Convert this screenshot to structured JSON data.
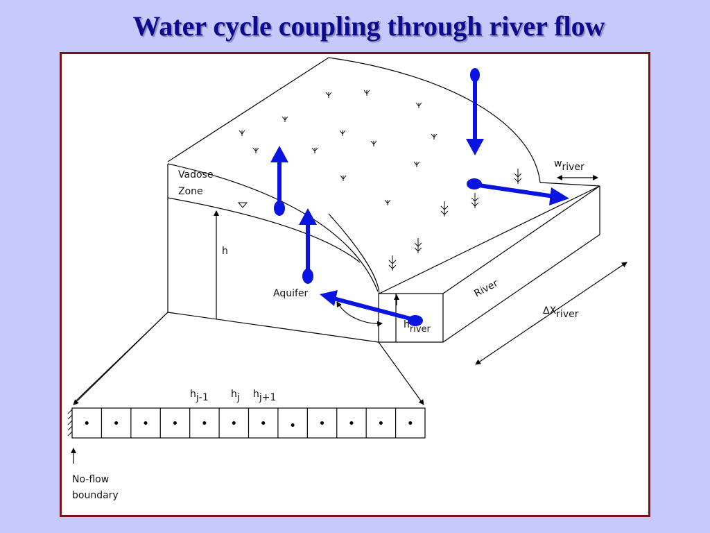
{
  "slide": {
    "title": "Water cycle coupling through river flow"
  },
  "diagram": {
    "labels": {
      "vadose_line1": "Vadose",
      "vadose_line2": "Zone",
      "h": "h",
      "aquifer": "Aquifer",
      "w_river": "w",
      "w_river_sub": "river",
      "h_river": "h",
      "h_river_sub": "river",
      "river": "River",
      "dx_river": "ΔX",
      "dx_river_sub": "river",
      "h_jm1": "h",
      "h_jm1_sub": "j-1",
      "h_j": "h",
      "h_j_sub": "j",
      "h_jp1": "h",
      "h_jp1_sub": "j+1",
      "noflow_line1": "No-flow",
      "noflow_line2": "boundary"
    },
    "grid_cells": 12,
    "colors": {
      "flow_arrow": "#0a14e0",
      "frame": "#7a1414",
      "title": "#0b0b8c",
      "background": "#c6c9fb"
    }
  }
}
